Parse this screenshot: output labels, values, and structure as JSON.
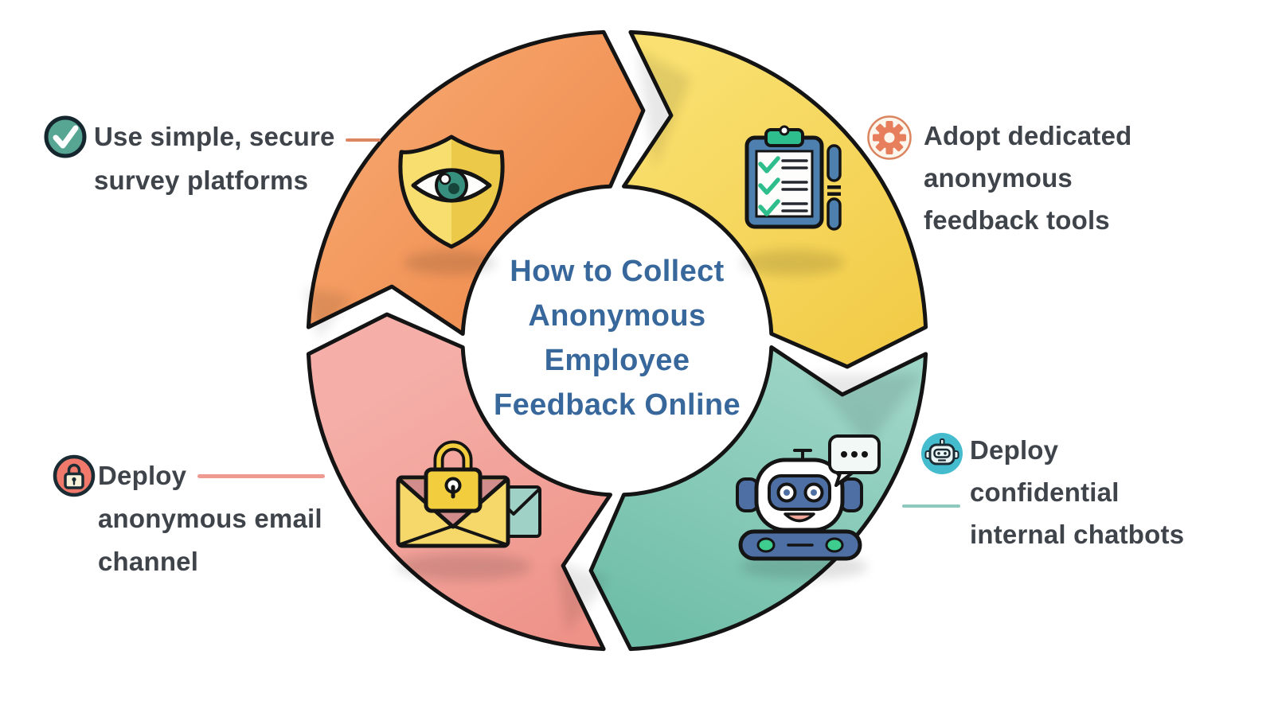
{
  "center": {
    "title_lines": [
      "How to Collect",
      "Anonymous",
      "Employee",
      "Feedback Online"
    ],
    "title_full": "How to Collect Anonymous Employee Feedback Online"
  },
  "annotations": [
    {
      "id": "survey-platforms",
      "icon": "check-circle-icon",
      "position": "top-left",
      "lines": [
        "Use simple, secure",
        "survey platforms"
      ]
    },
    {
      "id": "feedback-tools",
      "icon": "gear-icon",
      "position": "top-right",
      "lines": [
        "Adopt dedicated",
        "anonymous",
        "feedback tools"
      ]
    },
    {
      "id": "internal-chatbots",
      "icon": "chatbot-icon",
      "position": "bottom-right",
      "lines": [
        "Deploy",
        "confidential",
        "internal chatbots"
      ]
    },
    {
      "id": "email-channel",
      "icon": "lock-icon",
      "position": "bottom-left",
      "lines": [
        "Deploy",
        "anonymous email",
        "channel"
      ]
    }
  ],
  "cycle": {
    "direction": "clockwise",
    "segments": [
      {
        "name": "surveys",
        "color": "orange",
        "icon": "shield-eye-icon"
      },
      {
        "name": "tools",
        "color": "yellow",
        "icon": "checklist-clipboard-icon"
      },
      {
        "name": "chatbots",
        "color": "teal",
        "icon": "robot-icon"
      },
      {
        "name": "email",
        "color": "pink",
        "icon": "locked-envelope-icon"
      }
    ]
  },
  "colors": {
    "bg": "#FFFFFF",
    "outline": "#141414",
    "title_blue": "#38689B",
    "text_dark": "#3F444B",
    "orange_light": "#F7A76F",
    "orange_dark": "#EE8A4C",
    "yellow_light": "#F9E070",
    "yellow_dark": "#F2CC49",
    "teal_light": "#9CD4C5",
    "teal_dark": "#6FBEA8",
    "pink_light": "#F5AFA8",
    "pink_dark": "#EE9288",
    "shield_gold": "#EDC94A",
    "shield_gold_light": "#F7DE6E",
    "iris_teal": "#37907E",
    "iris_pupil": "#17453C",
    "clip_blue": "#4E80AF",
    "clip_green": "#2EBE8D",
    "paper": "#FDFDFB",
    "robot_blue": "#4E6FA3",
    "robot_green": "#3ECD8F",
    "mouth_pink": "#F3A79B",
    "bubble_bg": "#F2F8F5",
    "envelope_gold": "#F6D86A",
    "flap_rose": "#D28C8C",
    "lock_gold": "#F2CE3E",
    "envelope_teal": "#9FD1C6",
    "check_teal": "#57A593",
    "check_ring": "#15262E",
    "gear_coral": "#E87F5C",
    "gear_bg": "#FDF6ED",
    "gear_ring": "#DB8560",
    "chat_cyan": "#45BCCD",
    "mini_dark": "#1B2B33",
    "lock_coral": "#F0796C",
    "lock_cream": "#F8F0D8",
    "conn_orange": "#DD8663",
    "conn_teal": "#8FC9BE",
    "conn_pink": "#EF9A91"
  }
}
